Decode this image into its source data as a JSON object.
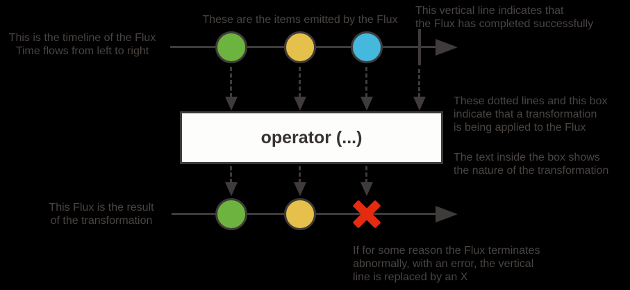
{
  "colors": {
    "background": "#000000",
    "line": "#3e3b3a",
    "text": "#4a4542",
    "marble_green": "#6db33f",
    "marble_yellow": "#e5c04a",
    "marble_blue": "#45b8de",
    "error_red": "#e62a10",
    "box_bg": "#fdfdfc"
  },
  "annotations": {
    "timeline_label": "This is the timeline of the Flux\nTime flows from left to right",
    "items_label": "These are the items emitted by the Flux",
    "complete_label": "This vertical line indicates that\nthe Flux has completed successfully",
    "transform_label": "These dotted lines and this box\nindicate that a transformation\nis being applied to the Flux",
    "box_text_label": "The text inside the box shows\nthe nature of the transformation",
    "result_label": "This Flux is the result\nof the transformation",
    "error_label": "If for some reason the Flux terminates\nabnormally, with an error, the vertical\nline is replaced by an X"
  },
  "operator": {
    "label": "operator (...)"
  },
  "marbles": {
    "source_sequence": [
      "green",
      "yellow",
      "blue",
      "complete"
    ],
    "result_sequence": [
      "green",
      "yellow",
      "error"
    ]
  }
}
